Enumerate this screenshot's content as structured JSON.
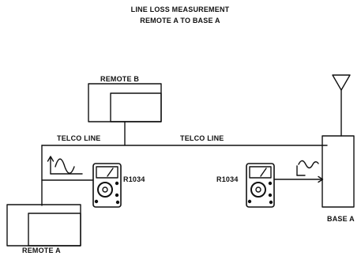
{
  "title": {
    "line1": "LINE LOSS MEASUREMENT",
    "line2": "REMOTE A TO BASE A"
  },
  "labels": {
    "remote_b": "REMOTE B",
    "remote_a": "REMOTE A",
    "base_a": "BASE A",
    "telco_line_left": "TELCO LINE",
    "telco_line_right": "TELCO LINE",
    "meter_left": "R1034",
    "meter_right": "R1034"
  },
  "colors": {
    "ink": "#111111",
    "background": "#ffffff"
  }
}
